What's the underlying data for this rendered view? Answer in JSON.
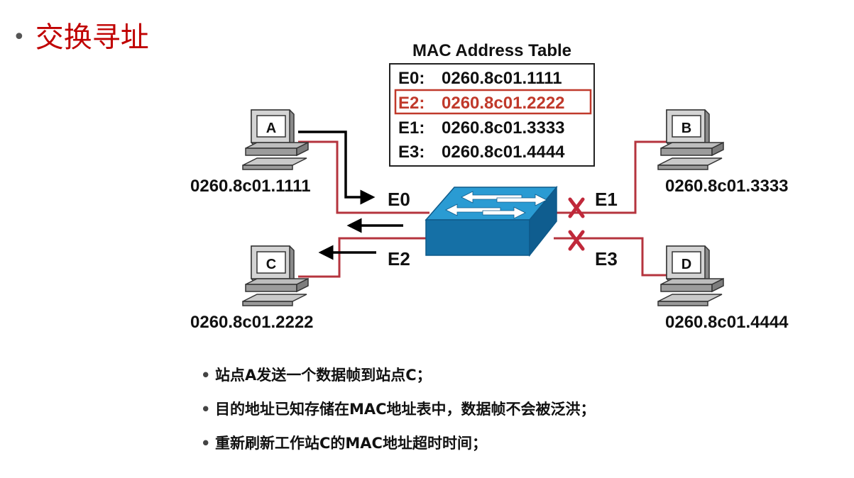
{
  "title": "交换寻址",
  "mac_table": {
    "heading": "MAC Address Table",
    "entries": [
      {
        "port": "E0:",
        "mac": "0260.8c01.1111",
        "highlighted": false
      },
      {
        "port": "E2:",
        "mac": "0260.8c01.2222",
        "highlighted": true
      },
      {
        "port": "E1:",
        "mac": "0260.8c01.3333",
        "highlighted": false
      },
      {
        "port": "E3:",
        "mac": "0260.8c01.4444",
        "highlighted": false
      }
    ]
  },
  "hosts": {
    "a": {
      "label": "A",
      "mac": "0260.8c01.1111"
    },
    "b": {
      "label": "B",
      "mac": "0260.8c01.3333"
    },
    "c": {
      "label": "C",
      "mac": "0260.8c01.2222"
    },
    "d": {
      "label": "D",
      "mac": "0260.8c01.4444"
    }
  },
  "ports": {
    "e0": "E0",
    "e1": "E1",
    "e2": "E2",
    "e3": "E3"
  },
  "notes": [
    "站点A发送一个数据帧到站点C；",
    "目的地址已知存储在MAC地址表中，数据帧不会被泛洪；",
    "重新刷新工作站C的MAC地址超时时间；"
  ],
  "colors": {
    "title": "#c00000",
    "link": "#b5343e",
    "highlight": "#c0392b",
    "switch_top": "#2a9bd3",
    "switch_front": "#1570a6",
    "blocked_x": "#c0283a"
  },
  "icons": {
    "computer": "computer-icon",
    "switch": "switch-icon",
    "block": "x-icon"
  }
}
